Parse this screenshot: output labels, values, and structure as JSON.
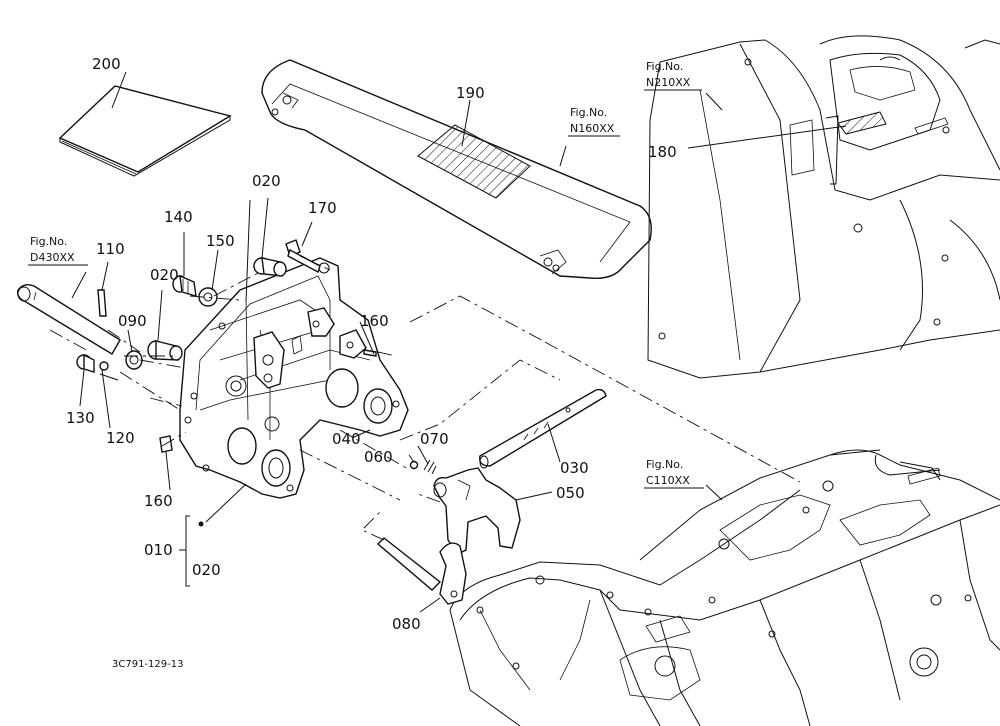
{
  "parts": [
    {
      "id": "p200",
      "label": "200"
    },
    {
      "id": "p190",
      "label": "190"
    },
    {
      "id": "p180",
      "label": "180"
    },
    {
      "id": "p170",
      "label": "170"
    },
    {
      "id": "p160a",
      "label": "160"
    },
    {
      "id": "p160b",
      "label": "160"
    },
    {
      "id": "p150",
      "label": "150"
    },
    {
      "id": "p140",
      "label": "140"
    },
    {
      "id": "p130",
      "label": "130"
    },
    {
      "id": "p120",
      "label": "120"
    },
    {
      "id": "p110",
      "label": "110"
    },
    {
      "id": "p090",
      "label": "090"
    },
    {
      "id": "p080",
      "label": "080"
    },
    {
      "id": "p070",
      "label": "070"
    },
    {
      "id": "p060",
      "label": "060"
    },
    {
      "id": "p050",
      "label": "050"
    },
    {
      "id": "p040",
      "label": "040"
    },
    {
      "id": "p030",
      "label": "030"
    },
    {
      "id": "p020a",
      "label": "020"
    },
    {
      "id": "p020b",
      "label": "020"
    },
    {
      "id": "p020c",
      "label": "020"
    },
    {
      "id": "p010",
      "label": "010"
    }
  ],
  "figure_refs": [
    {
      "id": "n160",
      "prefix": "Fig.No.",
      "code": "N160XX"
    },
    {
      "id": "n210",
      "prefix": "Fig.No.",
      "code": "N210XX"
    },
    {
      "id": "d430",
      "prefix": "Fig.No.",
      "code": "D430XX"
    },
    {
      "id": "c110",
      "prefix": "Fig.No.",
      "code": "C110XX"
    }
  ],
  "diagram_code": "3C791-129-13"
}
